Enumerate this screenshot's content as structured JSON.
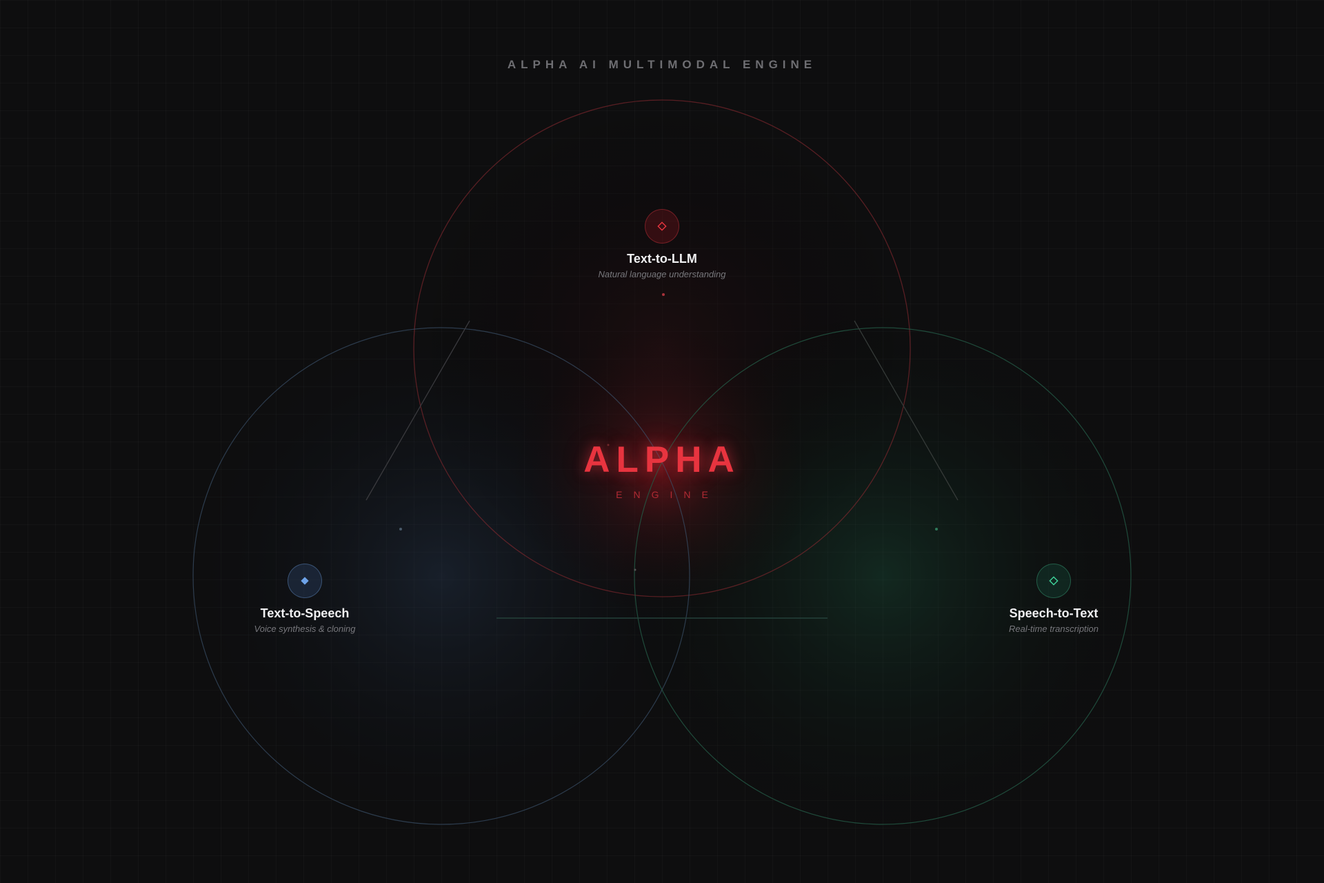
{
  "header": {
    "title": "ALPHA AI MULTIMODAL ENGINE"
  },
  "core": {
    "title": "ALPHA",
    "subtitle": "ENGINE",
    "color": "#e8343f"
  },
  "nodes": {
    "llm": {
      "title": "Text-to-LLM",
      "subtitle": "Natural language understanding",
      "color": "#e8343f",
      "icon": "diamond-outline-icon"
    },
    "tts": {
      "title": "Text-to-Speech",
      "subtitle": "Voice synthesis & cloning",
      "color": "#6ea3e8",
      "icon": "diamond-filled-icon"
    },
    "stt": {
      "title": "Speech-to-Text",
      "subtitle": "Real-time transcription",
      "color": "#3fd39a",
      "icon": "diamond-outline-icon"
    }
  }
}
